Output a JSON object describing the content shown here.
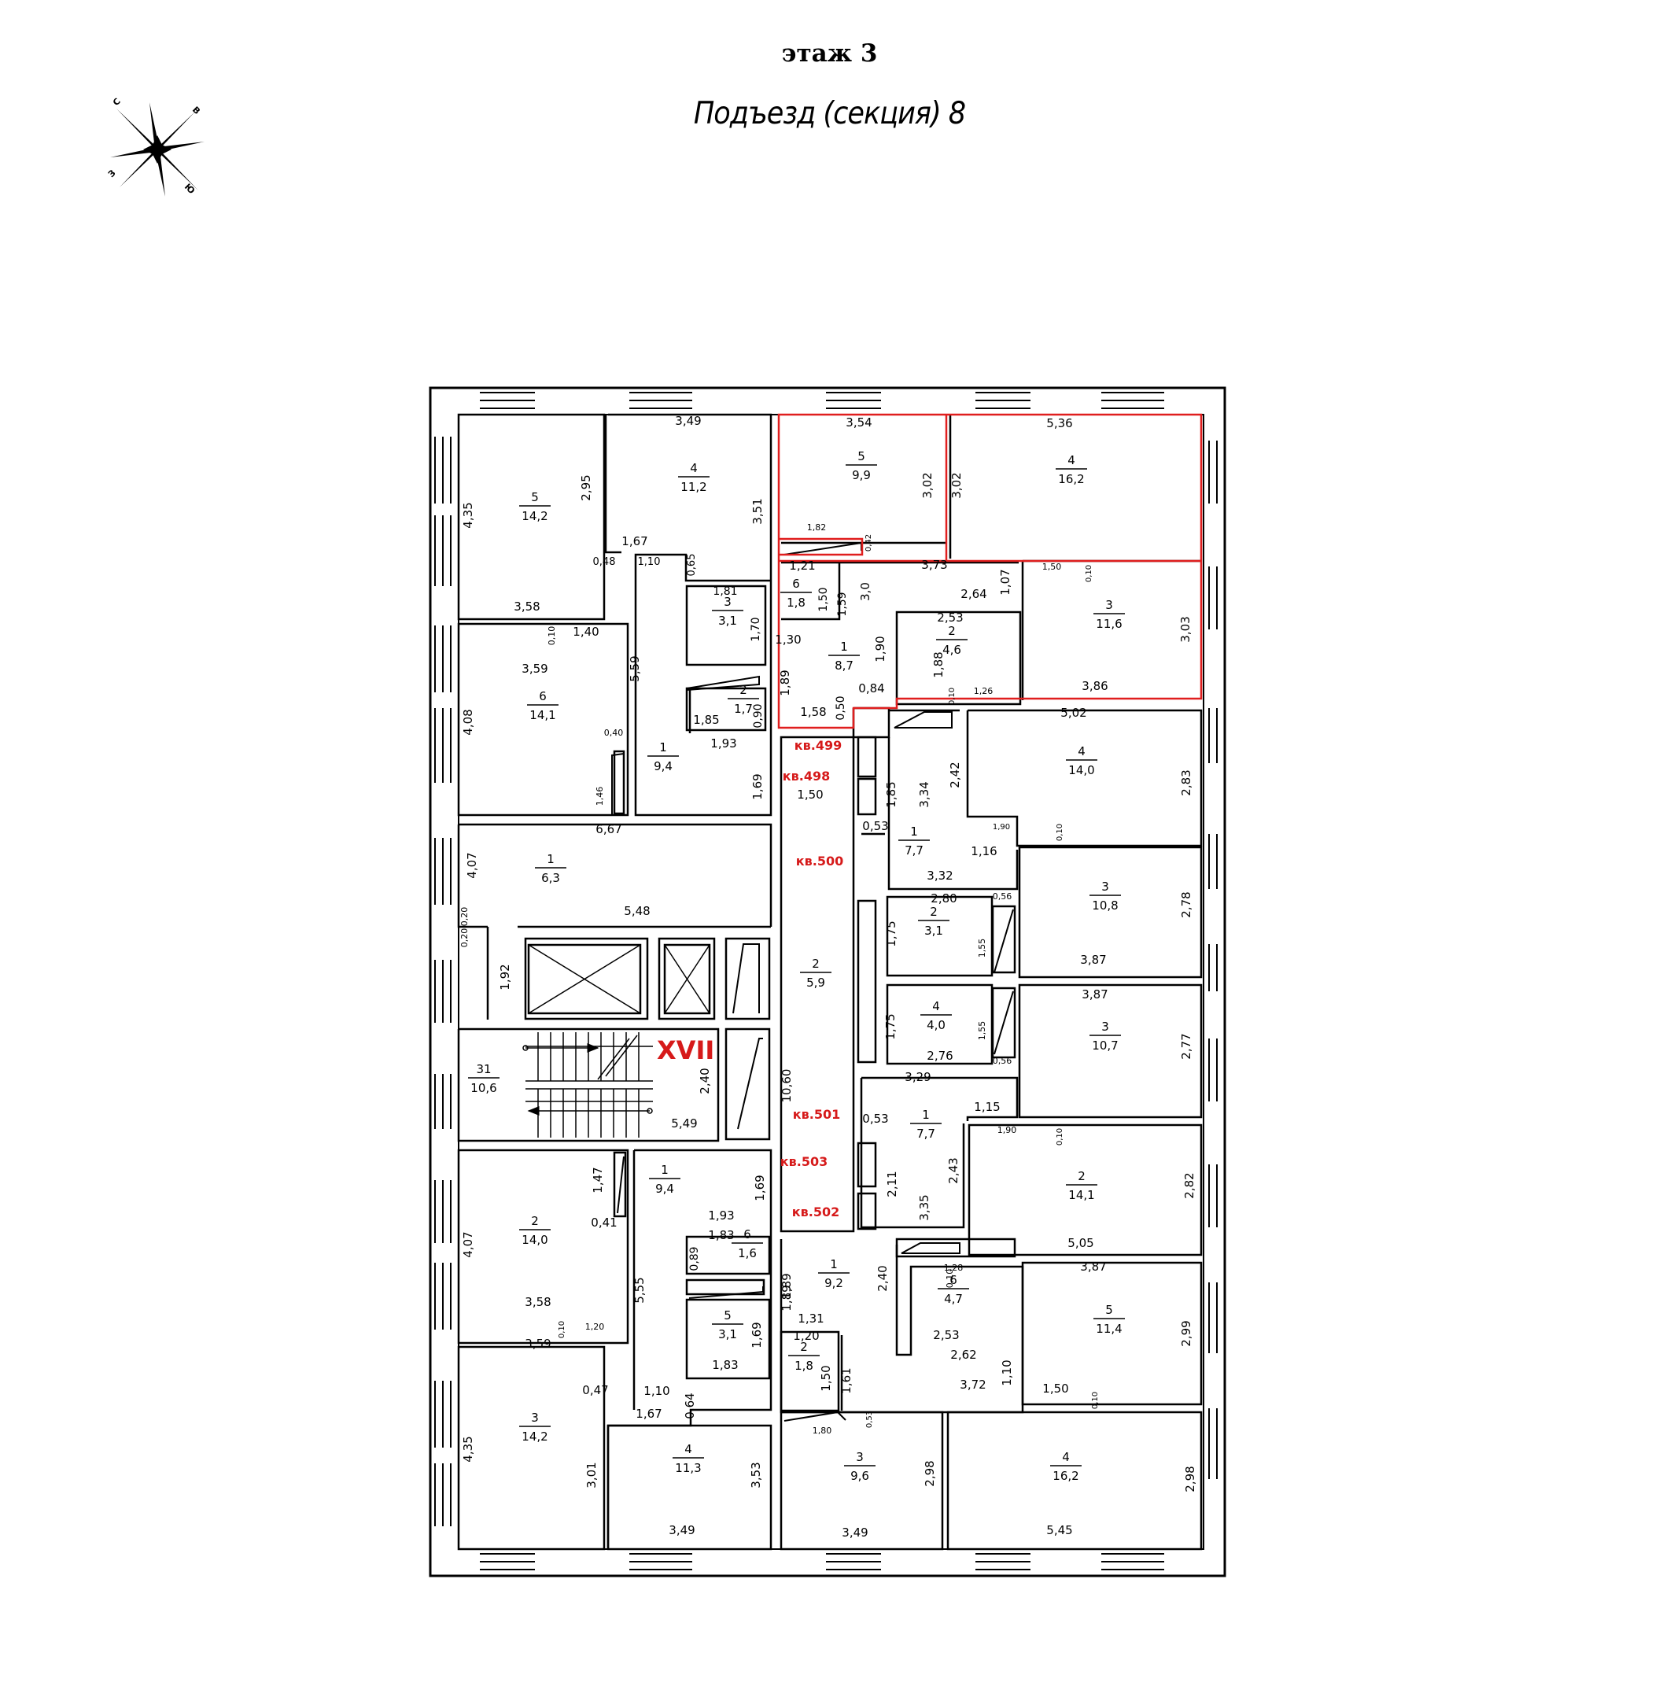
{
  "header": {
    "floor": "этаж 3",
    "section": "Подъезд (секция) 8"
  },
  "compass": {
    "letters": [
      "С",
      "В",
      "З",
      "Ю"
    ]
  },
  "stair_label": "XVII",
  "colors": {
    "wall": "#000000",
    "highlight": "#e01e1e",
    "label_red": "#d61a1a",
    "background": "#ffffff"
  },
  "apartments": [
    "кв.499",
    "кв.498",
    "кв.500",
    "кв.501",
    "кв.503",
    "кв.502"
  ],
  "rooms": [
    {
      "id": "r-nw5",
      "num": "5",
      "area": "14,2"
    },
    {
      "id": "r-n4",
      "num": "4",
      "area": "11,2"
    },
    {
      "id": "r-nw3",
      "num": "3",
      "area": "3,1"
    },
    {
      "id": "r-nw2",
      "num": "2",
      "area": "1,7"
    },
    {
      "id": "r-nw6",
      "num": "6",
      "area": "14,1"
    },
    {
      "id": "r-nw1",
      "num": "1",
      "area": "9,4"
    },
    {
      "id": "r-w1",
      "num": "1",
      "area": "6,3"
    },
    {
      "id": "r-st31",
      "num": "31",
      "area": "10,6"
    },
    {
      "id": "r-hl5",
      "num": "5",
      "area": "9,9"
    },
    {
      "id": "r-hl4",
      "num": "4",
      "area": "16,2"
    },
    {
      "id": "r-hl6",
      "num": "6",
      "area": "1,8"
    },
    {
      "id": "r-hl1",
      "num": "1",
      "area": "8,7"
    },
    {
      "id": "r-hl2",
      "num": "2",
      "area": "4,6"
    },
    {
      "id": "r-hl3",
      "num": "3",
      "area": "11,6"
    },
    {
      "id": "r-c2",
      "num": "2",
      "area": "5,9"
    },
    {
      "id": "r-e4",
      "num": "4",
      "area": "14,0"
    },
    {
      "id": "r-e1",
      "num": "1",
      "area": "7,7"
    },
    {
      "id": "r-e3a",
      "num": "3",
      "area": "10,8"
    },
    {
      "id": "r-e2",
      "num": "2",
      "area": "3,1"
    },
    {
      "id": "r-e4b",
      "num": "4",
      "area": "4,0"
    },
    {
      "id": "r-e3b",
      "num": "3",
      "area": "10,7"
    },
    {
      "id": "r-e1b",
      "num": "1",
      "area": "7,7"
    },
    {
      "id": "r-e2b",
      "num": "2",
      "area": "14,1"
    },
    {
      "id": "r-sw2",
      "num": "2",
      "area": "14,0"
    },
    {
      "id": "r-sw1",
      "num": "1",
      "area": "9,4"
    },
    {
      "id": "r-sw6",
      "num": "6",
      "area": "1,6"
    },
    {
      "id": "r-sw5",
      "num": "5",
      "area": "3,1"
    },
    {
      "id": "r-sw3",
      "num": "3",
      "area": "14,2"
    },
    {
      "id": "r-s4",
      "num": "4",
      "area": "11,3"
    },
    {
      "id": "r-se1",
      "num": "1",
      "area": "9,2"
    },
    {
      "id": "r-se6",
      "num": "6",
      "area": "4,7"
    },
    {
      "id": "r-se2",
      "num": "2",
      "area": "1,8"
    },
    {
      "id": "r-se5",
      "num": "5",
      "area": "11,4"
    },
    {
      "id": "r-se3",
      "num": "3",
      "area": "9,6"
    },
    {
      "id": "r-se4",
      "num": "4",
      "area": "16,2"
    }
  ],
  "dims": [
    "3,49",
    "2,95",
    "4,35",
    "3,51",
    "1,67",
    "0,48",
    "1,10",
    "0,65",
    "3,58",
    "1,81",
    "1,70",
    "0,10",
    "1,40",
    "3,59",
    "5,59",
    "4,08",
    "0,40",
    "1,85",
    "1,93",
    "0,90",
    "1,46",
    "1,69",
    "3,54",
    "3,02",
    "3,02",
    "5,36",
    "1,82",
    "0,42",
    "1,21",
    "3,73",
    "1,50",
    "0,10",
    "1,07",
    "1,50",
    "1,59",
    "3,0",
    "2,64",
    "2,53",
    "3,03",
    "1,30",
    "1,88",
    "1,90",
    "1,89",
    "0,84",
    "0,10",
    "1,26",
    "3,86",
    "1,58",
    "0,50",
    "5,02",
    "1,50",
    "1,85",
    "3,34",
    "2,42",
    "2,83",
    "0,53",
    "1,90",
    "0,10",
    "1,16",
    "3,32",
    "6,67",
    "4,07",
    "5,48",
    "0,20",
    "0,20",
    "1,92",
    "2,80",
    "0,56",
    "1,75",
    "1,55",
    "2,78",
    "3,87",
    "3,87",
    "1,75",
    "1,55",
    "2,77",
    "2,76",
    "0,56",
    "2,40",
    "5,49",
    "10,60",
    "3,29",
    "1,15",
    "0,53",
    "1,90",
    "0,10",
    "2,82",
    "2,11",
    "3,35",
    "2,43",
    "5,05",
    "1,47",
    "0,41",
    "1,69",
    "1,93",
    "4,07",
    "3,58",
    "1,83",
    "0,89",
    "1,89",
    "2,40",
    "1,28",
    "0,10",
    "3,87",
    "5,55",
    "0,10",
    "1,20",
    "3,59",
    "1,20",
    "1,50",
    "1,61",
    "1,89",
    "1,31",
    "2,53",
    "2,62",
    "1,69",
    "1,83",
    "0,47",
    "1,10",
    "1,67",
    "0,64",
    "3,72",
    "1,10",
    "1,50",
    "0,10",
    "2,99",
    "4,35",
    "3,01",
    "3,53",
    "1,80",
    "0,53",
    "2,98",
    "2,98",
    "3,49",
    "3,49",
    "5,45"
  ]
}
